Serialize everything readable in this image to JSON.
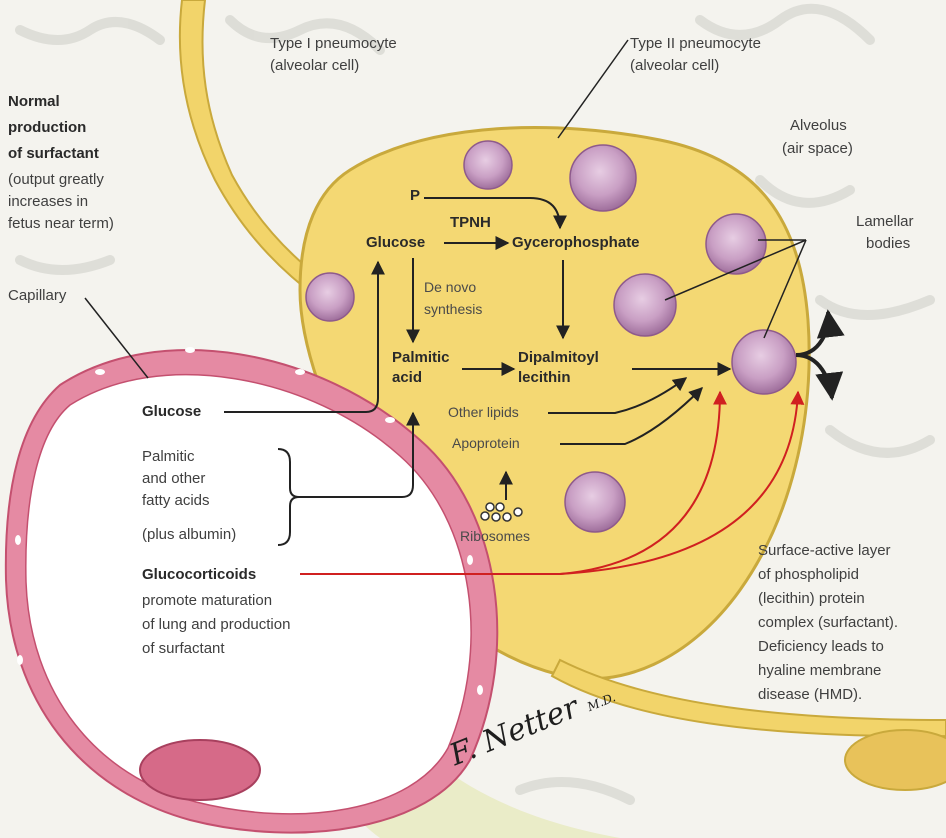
{
  "title": {
    "line1": "Normal",
    "line2": "production",
    "line3": "of surfactant",
    "note1": "(output greatly",
    "note2": "increases in",
    "note3": "fetus near term)"
  },
  "labels": {
    "type1_line1": "Type I pneumocyte",
    "type1_line2": "(alveolar cell)",
    "type2_line1": "Type II pneumocyte",
    "type2_line2": "(alveolar cell)",
    "alveolus_line1": "Alveolus",
    "alveolus_line2": "(air space)",
    "lamellar_line1": "Lamellar",
    "lamellar_line2": "bodies",
    "capillary": "Capillary",
    "glucose_cap": "Glucose",
    "fatty1": "Palmitic",
    "fatty2": "and other",
    "fatty3": "fatty acids",
    "fatty4": "(plus albumin)",
    "gluco_title": "Glucocorticoids",
    "gluco1": "promote maturation",
    "gluco2": "of lung and production",
    "gluco3": "of surfactant",
    "surf1": "Surface-active layer",
    "surf2": " of phospholipid",
    "surf3": "(lecithin) protein",
    "surf4": "complex (surfactant).",
    "surf5": "Deficiency leads to",
    "surf6": "hyaline membrane",
    "surf7": "disease (HMD)."
  },
  "pathway": {
    "p": "P",
    "tpnh": "TPNH",
    "glucose": "Glucose",
    "glycerophosphate": "Gycerophosphate",
    "denovo1": "De novo",
    "denovo2": "synthesis",
    "palmitic1": "Palmitic",
    "palmitic2": "acid",
    "dipalmitoyl1": "Dipalmitoyl",
    "dipalmitoyl2": "lecithin",
    "other_lipids": "Other lipids",
    "apoprotein": "Apoprotein",
    "ribosomes": "Ribosomes"
  },
  "signature": {
    "name": "F. Netter",
    "suffix": "M.D."
  },
  "colors": {
    "cell": "#f4d873",
    "cell_edge": "#c9a93c",
    "capillary_wall": "#e58aa3",
    "capillary_wall_dark": "#c4506f",
    "lamellar": "#c99fc4",
    "red_arrow": "#d02020",
    "background": "#f4f3ee"
  }
}
